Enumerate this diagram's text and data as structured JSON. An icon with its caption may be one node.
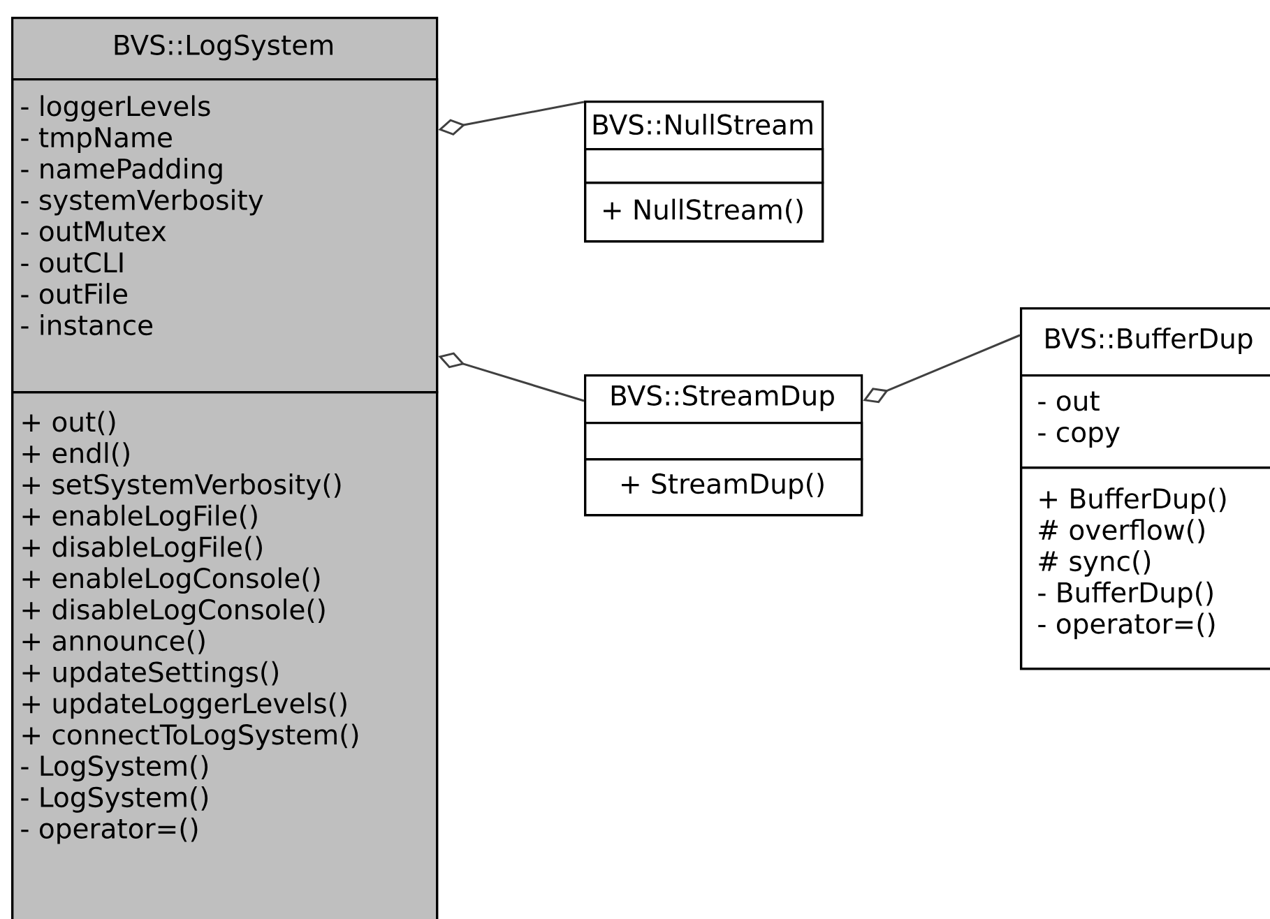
{
  "diagram": {
    "nodes": [
      {
        "text": [
          "BVS::LogSystem"
        ]
      },
      {
        "text": [
          "- loggerLevels",
          "- tmpName",
          "- namePadding",
          "- systemVerbosity",
          "- outMutex",
          "- outCLI",
          "- outFile",
          "- instance"
        ],
        "in": 0
      },
      {
        "text": [
          "+ out()",
          "+ endl()",
          "+ setSystemVerbosity()",
          "+ enableLogFile()",
          "+ disableLogFile()",
          "+ enableLogConsole()",
          "+ disableLogConsole()",
          "+ announce()",
          "+ updateSettings()",
          "+ updateLoggerLevels()",
          "+ connectToLogSystem()",
          "- LogSystem()",
          "- LogSystem()",
          "- operator=()"
        ],
        "in": 0
      },
      {
        "text": [
          "BVS::NullStream"
        ]
      },
      {
        "text": [],
        "shape": "box",
        "in": 3
      },
      {
        "text": [
          "+ NullStream()"
        ],
        "in": 3
      },
      {
        "text": [
          "BVS::StreamDup"
        ]
      },
      {
        "text": [],
        "shape": "box",
        "in": 6
      },
      {
        "text": [
          "+ StreamDup()"
        ],
        "in": 6
      },
      {
        "text": [
          "BVS::BufferDup"
        ]
      },
      {
        "text": [
          "- out",
          "- copy"
        ],
        "in": 9
      },
      {
        "text": [
          "+ BufferDup()",
          "# overflow()",
          "# sync()",
          "- BufferDup()",
          "- operator=()"
        ],
        "in": 9
      }
    ],
    "edges": [
      {
        "from": 0,
        "to": 3,
        "arrow": "other"
      },
      {
        "from": 0,
        "to": 6,
        "arrow": "other"
      },
      {
        "from": 6,
        "to": 9,
        "arrow": "other"
      }
    ]
  }
}
